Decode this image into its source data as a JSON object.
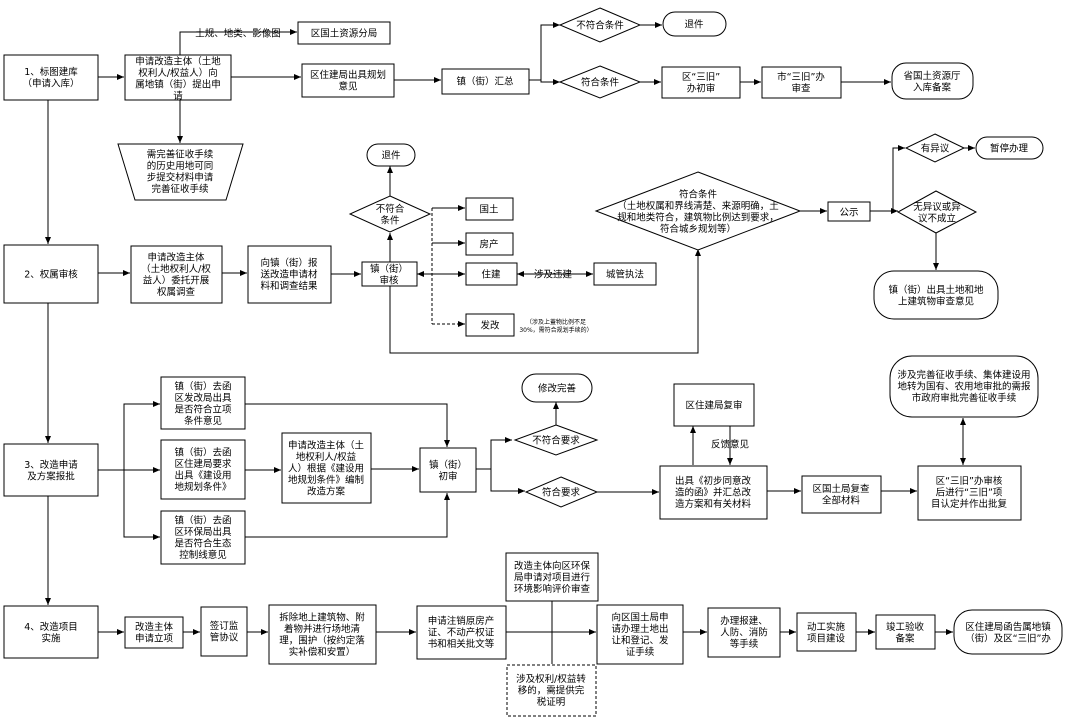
{
  "nodes": {
    "stage_1": "1、标图建库\n（申请入库）",
    "stage_2": "2、权属审核",
    "stage_3": "3、改造申请\n及方案报批",
    "stage_4": "4、改造项目\n实施",
    "s1_apply": "申请改造主体（土地\n权利人/权益人）向\n属地镇（街）提出申\n请",
    "s1_maps": "土规、地类、影像图",
    "s1_land_bureau": "区国土资源分局",
    "s1_planning": "区住建局出具规划\n意见",
    "s1_summary": "镇（街）汇总",
    "s1_not_meet": "不符合条件",
    "s1_return": "退件",
    "s1_meet": "符合条件",
    "s1_district_review": "区“三旧”\n办初审",
    "s1_city_review": "市“三旧”办\n审查",
    "s1_province_file": "省国土资源厅\n入库备案",
    "s1_trapezoid": "需完善征收手续\n的历史用地可同\n步提交材料申请\n完善征收手续",
    "s2_entrust": "申请改造主体\n（土地权利人/权\n益人）委托开展\n权属调查",
    "s2_report": "向镇（街）报\n送改造申请材\n料和调查结果",
    "s2_review": "镇（街）\n审核",
    "s2_not_meet": "不符合\n条件",
    "s2_return": "退件",
    "s2_land": "国土",
    "s2_property": "房产",
    "s2_construction": "住建",
    "s2_illegal": "涉及违建",
    "s2_enforcement": "城管执法",
    "s2_dev_reform": "发改",
    "s2_dev_note": "（涉及上蓋物比例不足\n30%，需符合规划手续的）",
    "s2_meet": "符合条件\n（土地权属和界线清楚、来源明确，土\n规和地类符合，建筑物比例达到要求，\n符合城乡规划等）",
    "s2_publicity": "公示",
    "s2_objection": "有异议",
    "s2_suspend": "暂停办理",
    "s2_no_objection": "无异议或异\n议不成立",
    "s2_opinion": "镇（街）出具土地和地\n上建筑物审查意见",
    "s3_dev_letter": "镇（街）去函\n区发改局出具\n是否符合立项\n条件意见",
    "s3_housing_letter": "镇（街）去函\n区住建局要求\n出具《建设用\n地规划条件》",
    "s3_env_letter": "镇（街）去函\n区环保局出具\n是否符合生态\n控制线意见",
    "s3_compile": "申请改造主体（土\n地权利人/权益\n人）根据《建设用\n地规划条件》编制\n改造方案",
    "s3_prelim": "镇（街）\n初审",
    "s3_not_meet": "不符合要求",
    "s3_revise": "修改完善",
    "s3_meet": "符合要求",
    "s3_housing_recheck": "区住建局复审",
    "s3_feedback": "反馈意见",
    "s3_issue_letter": "出具《初步同意改\n造的函》并汇总改\n造方案和有关材料",
    "s3_land_recheck": "区国土局复查\n全部材料",
    "s3_final_approval": "区“三旧”办审核\n后进行“三旧”项\n目认定并作出批复",
    "s3_collective": "涉及完善征收手续、集体建设用\n地转为国有、农用地审批的需报\n市政府审批完善征收手续",
    "s4_project": "改造主体\n申请立项",
    "s4_agreement": "签订监\n管协议",
    "s4_demolish": "拆除地上建筑物、附\n着物并进行场地清\n理，围护（按约定落\n实补偿和安置）",
    "s4_cancel_cert": "申请注销原房产\n证、不动产权证\n书和相关批文等",
    "s4_env_eval": "改造主体向区环保\n局申请对项目进行\n环境影响评价审查",
    "s4_transfer": "涉及权利/权益转\n移的，需提供完\n税证明",
    "s4_land_transfer": "向区国土局申\n请办理土地出\n让和登记、发\n证手续",
    "s4_permits": "办理报建、\n人防、消防\n等手续",
    "s4_start": "动工实施\n项目建设",
    "s4_acceptance": "竣工验收\n备案",
    "s4_notify": "区住建局函告属地镇\n（街）及区“三旧”办"
  }
}
